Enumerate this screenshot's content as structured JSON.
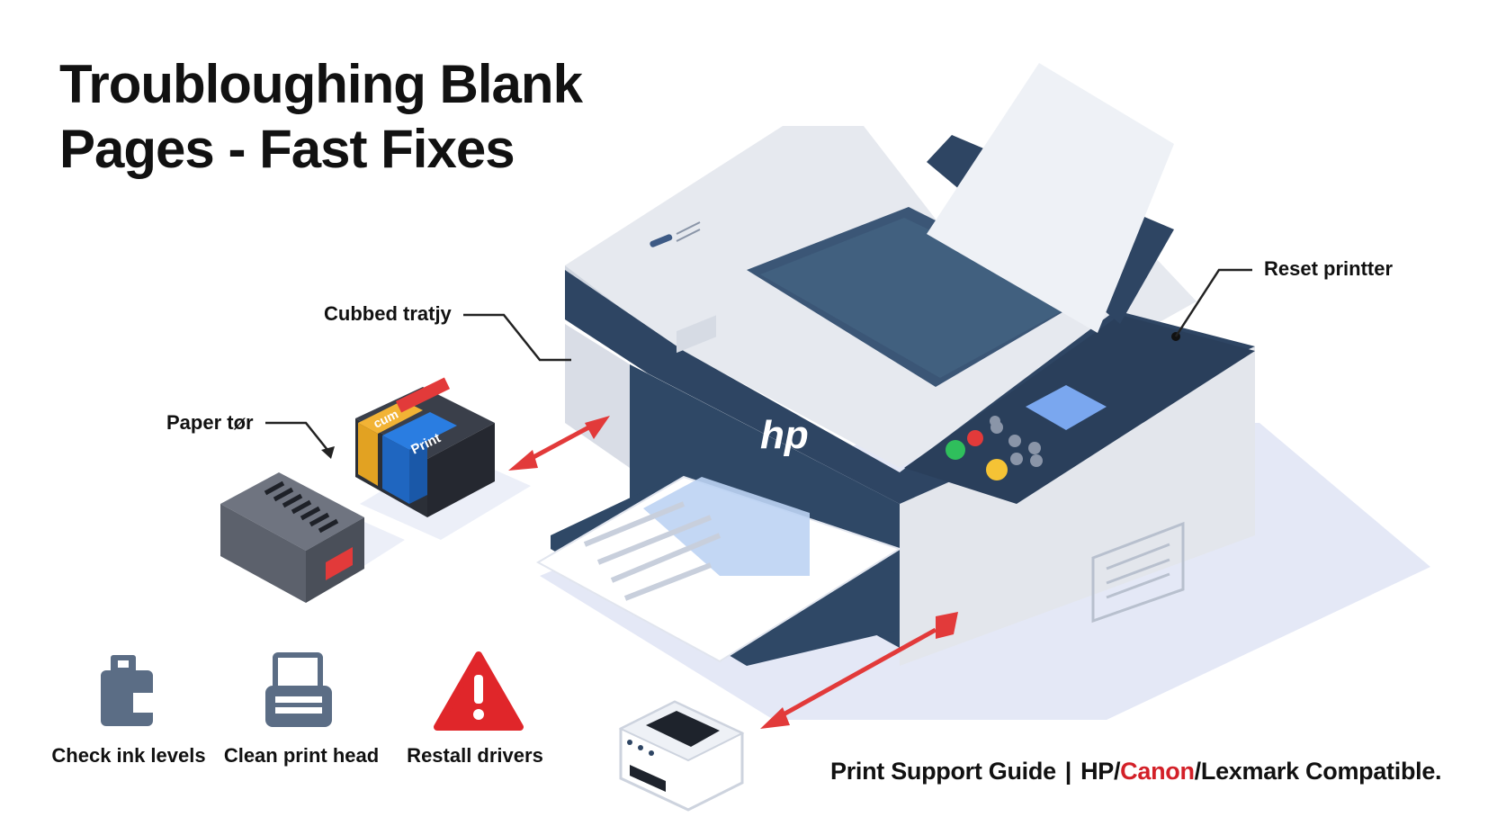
{
  "title": {
    "line1": "Troubloughing Blank",
    "line2": "Pages - Fast Fixes"
  },
  "callouts": {
    "tray": "Cubbed tratjy",
    "toner": "Paper tør",
    "reset": "Reset printter"
  },
  "cartridge_text": {
    "yellow": "cum",
    "blue": "Print"
  },
  "printer_logo": "hp",
  "steps": [
    {
      "label": "Check ink levels",
      "icon": "ink-cartridge-icon"
    },
    {
      "label": "Clean print head",
      "icon": "printer-icon"
    },
    {
      "label": "Restall drivers",
      "icon": "warning-icon"
    }
  ],
  "footer": {
    "guide": "Print Support Guide",
    "separator": "|",
    "brand_hp": "HP/",
    "brand_canon": "Canon",
    "brand_rest": "/Lexmark Compatible."
  },
  "colors": {
    "accent_red": "#e23a3a",
    "navy": "#2e4563",
    "light_gray": "#e6e9ef",
    "shadow": "#e3e7f5",
    "cartridge_yellow": "#f2b335",
    "cartridge_blue": "#2a7de1",
    "warning_red": "#e0262a"
  }
}
